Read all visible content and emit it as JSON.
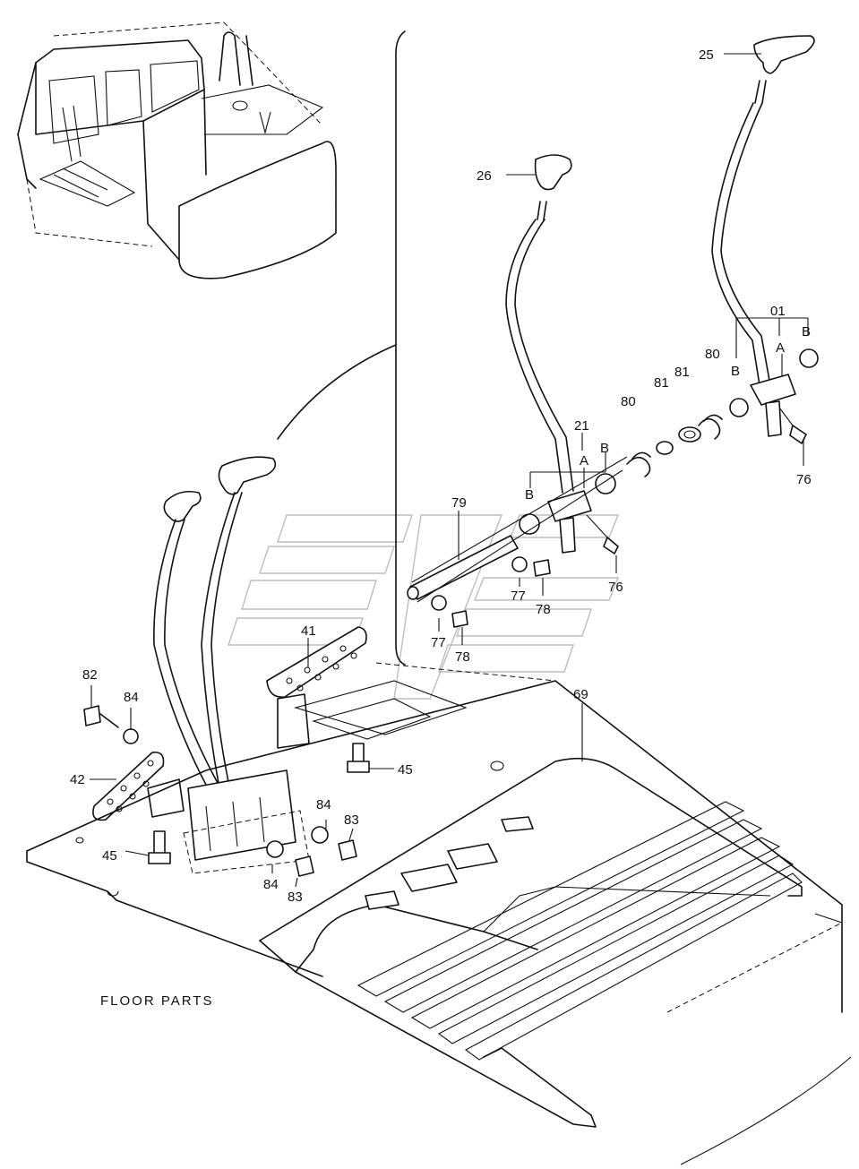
{
  "caption": "FLOOR PARTS",
  "part_labels": {
    "p25": "25",
    "p26": "26",
    "p01": "01",
    "pA1": "A",
    "pB1": "B",
    "pB2": "B",
    "p80a": "80",
    "p81a": "81",
    "p81b": "81",
    "p80b": "80",
    "p21": "21",
    "pA2": "A",
    "pB3": "B",
    "pB4": "B",
    "p76a": "76",
    "p76b": "76",
    "p79": "79",
    "p77a": "77",
    "p78a": "78",
    "p77b": "77",
    "p78b": "78",
    "p41": "41",
    "p69": "69",
    "p82": "82",
    "p84a": "84",
    "p42": "42",
    "p45a": "45",
    "p45b": "45",
    "p84b": "84",
    "p83a": "83",
    "p84c": "84",
    "p83b": "83"
  }
}
